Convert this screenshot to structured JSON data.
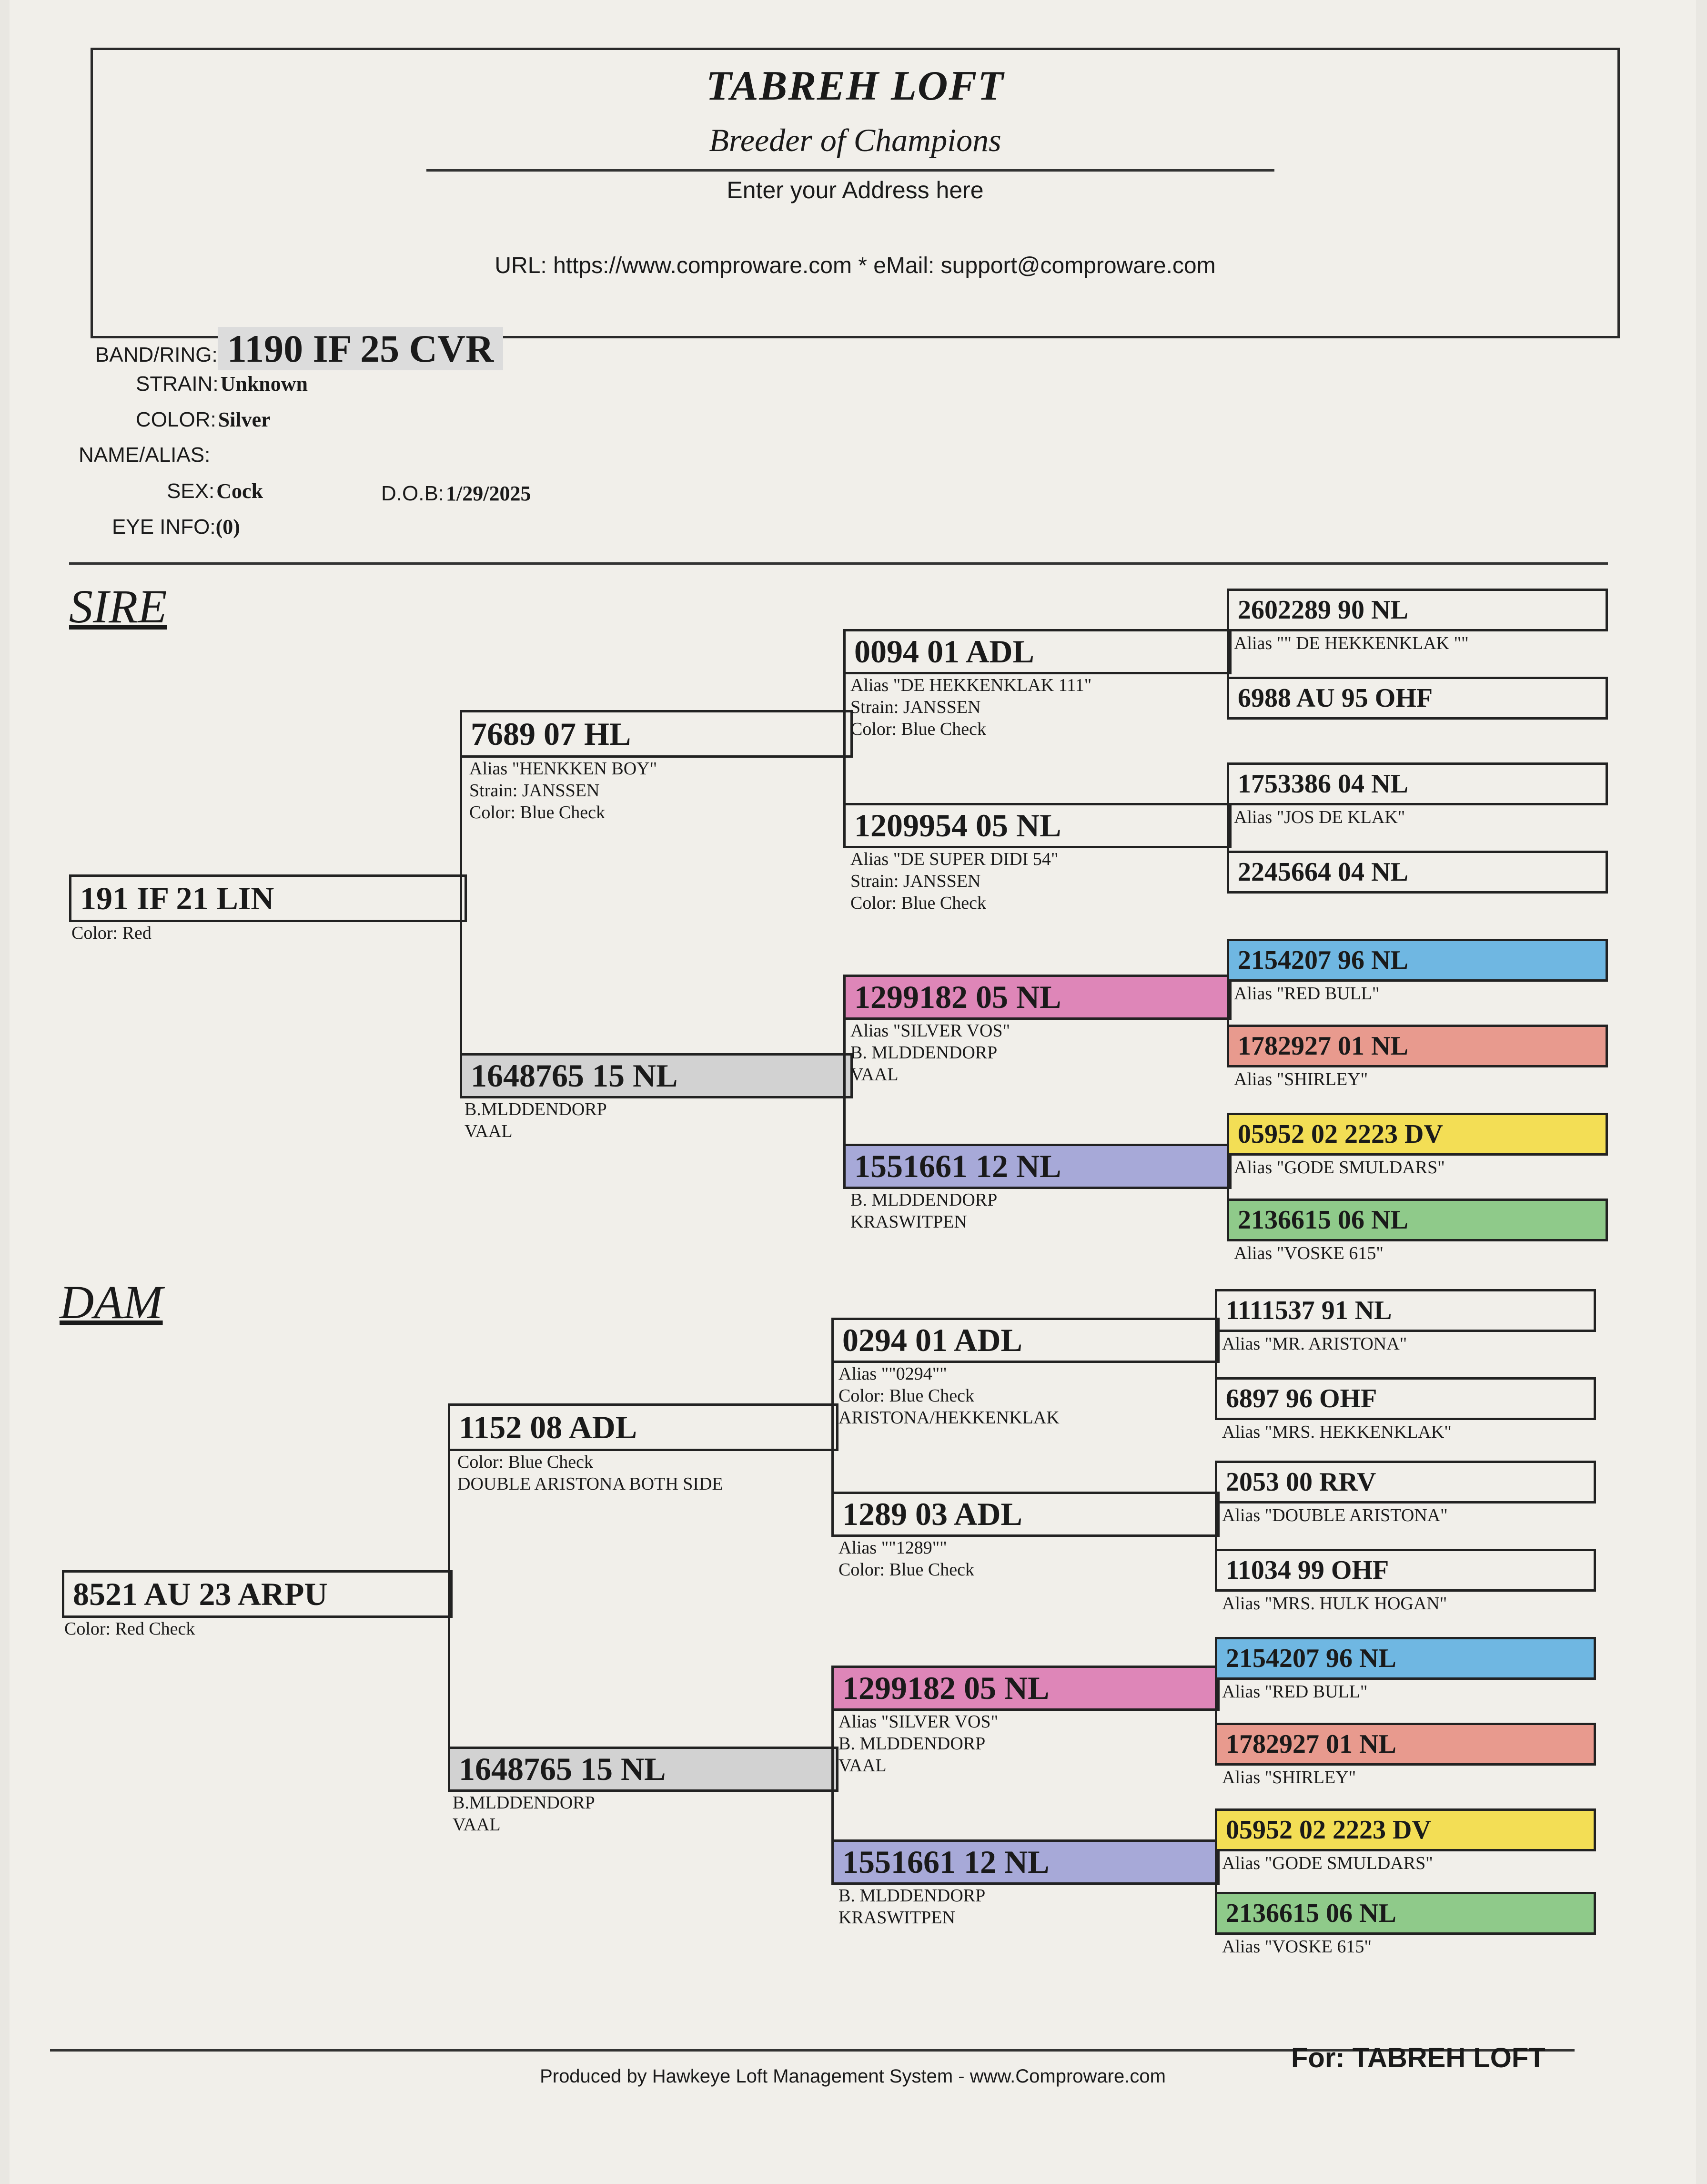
{
  "header": {
    "title": "TABREH LOFT",
    "subtitle": "Breeder of Champions",
    "address": "Enter your Address here",
    "contact": "URL: https://www.comproware.com * eMail: support@comproware.com"
  },
  "bird": {
    "band_label": "BAND/RING:",
    "band": "1190 IF 25 CVR",
    "strain_label": "STRAIN:",
    "strain": "Unknown",
    "color_label": "COLOR:",
    "color": "Silver",
    "name_label": "NAME/ALIAS:",
    "sex_label": "SEX:",
    "sex": "Cock",
    "dob_label": "D.O.B:",
    "dob": "1/29/2025",
    "eye_label": "EYE INFO:",
    "eye": "(0)"
  },
  "sections": {
    "sire": "SIRE",
    "dam": "DAM"
  },
  "colors": {
    "blue": "#6fb7e2",
    "red": "#e89a8e",
    "yellow": "#f3de55",
    "green": "#8fca8a",
    "pink": "#de86b8",
    "lavender": "#a7a9d8",
    "gray": "#d2d2d2"
  },
  "sire": {
    "parent": {
      "ring": "191 IF 21 LIN",
      "notes": [
        "Color: Red"
      ]
    },
    "g2_top": {
      "ring": "7689 07 HL",
      "notes": [
        "Alias \"HENKKEN BOY\"",
        "Strain: JANSSEN",
        "Color: Blue Check"
      ]
    },
    "g2_bot": {
      "ring": "1648765 15 NL",
      "notes": [
        "B.MLDDENDORP",
        "VAAL"
      ]
    },
    "g3": [
      {
        "ring": "0094 01 ADL",
        "notes": [
          "Alias \"DE HEKKENKLAK 111\"",
          "Strain: JANSSEN",
          "Color: Blue Check"
        ]
      },
      {
        "ring": "1209954 05 NL",
        "notes": [
          "Alias \"DE SUPER DIDI 54\"",
          "Strain: JANSSEN",
          "Color: Blue Check"
        ]
      },
      {
        "ring": "1299182 05 NL",
        "notes": [
          "Alias \"SILVER VOS\"",
          "B. MLDDENDORP",
          "VAAL"
        ]
      },
      {
        "ring": "1551661 12 NL",
        "notes": [
          "B. MLDDENDORP",
          "KRASWITPEN"
        ]
      }
    ],
    "g4": [
      {
        "ring": "2602289 90 NL",
        "notes": [
          "Alias \"\" DE HEKKENKLAK \"\""
        ]
      },
      {
        "ring": "6988 AU 95 OHF",
        "notes": []
      },
      {
        "ring": "1753386 04 NL",
        "notes": [
          "Alias \"JOS DE KLAK\""
        ]
      },
      {
        "ring": "2245664 04 NL",
        "notes": []
      },
      {
        "ring": "2154207 96 NL",
        "notes": [
          "Alias \"RED BULL\""
        ]
      },
      {
        "ring": "1782927 01 NL",
        "notes": [
          "Alias \"SHIRLEY\""
        ]
      },
      {
        "ring": "05952 02 2223 DV",
        "notes": [
          "Alias \"GODE SMULDARS\""
        ]
      },
      {
        "ring": "2136615 06 NL",
        "notes": [
          "Alias \"VOSKE 615\""
        ]
      }
    ]
  },
  "dam": {
    "parent": {
      "ring": "8521 AU 23 ARPU",
      "notes": [
        "Color: Red Check"
      ]
    },
    "g2_top": {
      "ring": "1152 08 ADL",
      "notes": [
        "Color: Blue Check",
        "DOUBLE ARISTONA BOTH SIDE"
      ]
    },
    "g2_bot": {
      "ring": "1648765 15 NL",
      "notes": [
        "B.MLDDENDORP",
        "VAAL"
      ]
    },
    "g3": [
      {
        "ring": "0294 01 ADL",
        "notes": [
          "Alias \"\"0294\"\"",
          "Color: Blue Check",
          "ARISTONA/HEKKENKLAK"
        ]
      },
      {
        "ring": "1289 03 ADL",
        "notes": [
          "Alias \"\"1289\"\"",
          "Color: Blue Check"
        ]
      },
      {
        "ring": "1299182 05 NL",
        "notes": [
          "Alias \"SILVER VOS\"",
          "B. MLDDENDORP",
          "VAAL"
        ]
      },
      {
        "ring": "1551661 12 NL",
        "notes": [
          "B. MLDDENDORP",
          "KRASWITPEN"
        ]
      }
    ],
    "g4": [
      {
        "ring": "1111537 91 NL",
        "notes": [
          "Alias \"MR. ARISTONA\""
        ]
      },
      {
        "ring": "6897 96 OHF",
        "notes": [
          "Alias \"MRS. HEKKENKLAK\""
        ]
      },
      {
        "ring": "2053 00 RRV",
        "notes": [
          "Alias \"DOUBLE ARISTONA\""
        ]
      },
      {
        "ring": "11034 99 OHF",
        "notes": [
          "Alias \"MRS. HULK HOGAN\""
        ]
      },
      {
        "ring": "2154207 96 NL",
        "notes": [
          "Alias \"RED BULL\""
        ]
      },
      {
        "ring": "1782927 01 NL",
        "notes": [
          "Alias \"SHIRLEY\""
        ]
      },
      {
        "ring": "05952 02 2223 DV",
        "notes": [
          "Alias \"GODE SMULDARS\""
        ]
      },
      {
        "ring": "2136615 06 NL",
        "notes": [
          "Alias \"VOSKE 615\""
        ]
      }
    ]
  },
  "footer": {
    "for": "For: TABREH LOFT",
    "produced": "Produced by Hawkeye Loft Management System - www.Comproware.com"
  }
}
